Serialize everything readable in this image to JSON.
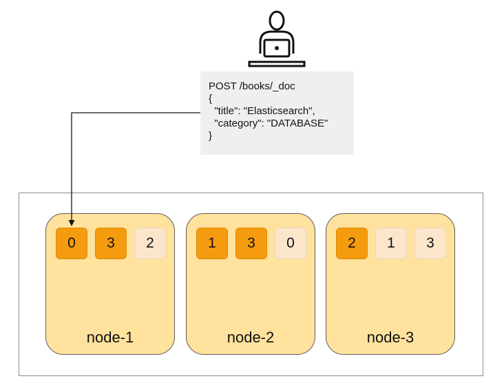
{
  "request": {
    "lines": [
      "POST /books/_doc",
      "{",
      "  \"title\": \"Elasticsearch\",",
      "  \"category\": \"DATABASE\"",
      "}"
    ]
  },
  "nodes": [
    {
      "label": "node-1",
      "shards": [
        {
          "id": "0",
          "kind": "primary"
        },
        {
          "id": "3",
          "kind": "primary"
        },
        {
          "id": "2",
          "kind": "replica"
        }
      ]
    },
    {
      "label": "node-2",
      "shards": [
        {
          "id": "1",
          "kind": "primary"
        },
        {
          "id": "3",
          "kind": "primary"
        },
        {
          "id": "0",
          "kind": "replica"
        }
      ]
    },
    {
      "label": "node-3",
      "shards": [
        {
          "id": "2",
          "kind": "primary"
        },
        {
          "id": "1",
          "kind": "replica"
        },
        {
          "id": "3",
          "kind": "replica"
        }
      ]
    }
  ],
  "icons": {
    "user": "user-at-laptop-icon"
  },
  "colors": {
    "node_fill": "#ffe29d",
    "primary_shard": "#f59b0f",
    "replica_shard": "#fbe6cc",
    "request_bg": "#efefef"
  }
}
